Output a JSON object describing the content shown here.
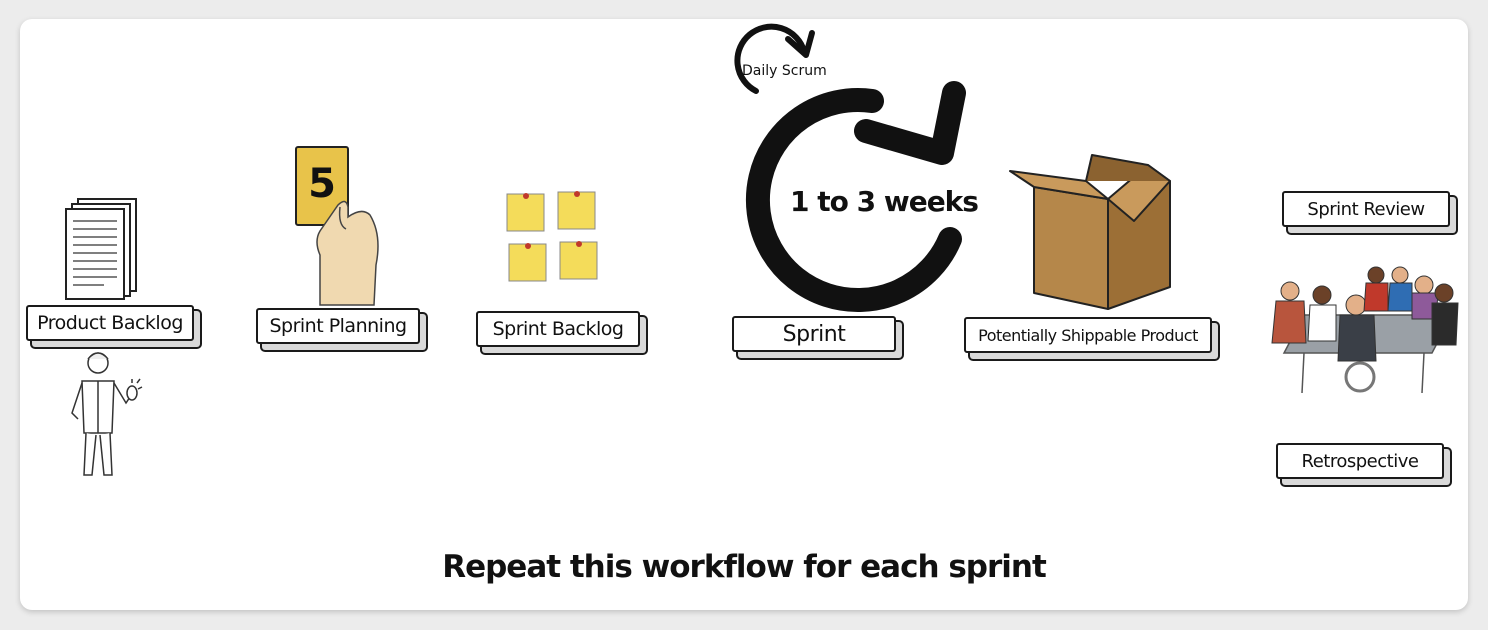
{
  "steps": {
    "product_backlog": "Product Backlog",
    "sprint_planning": "Sprint Planning",
    "sprint_backlog": "Sprint Backlog",
    "sprint": "Sprint",
    "shippable_product": "Potentially Shippable Product",
    "sprint_review": "Sprint Review",
    "retrospective": "Retrospective"
  },
  "daily_scrum": "Daily Scrum",
  "duration": "1 to 3 weeks",
  "card_number": "5",
  "footer": "Repeat this workflow for each sprint",
  "colors": {
    "sticky_note": "#f4dc5a",
    "box": "#b5874a",
    "card": "#e8c34a"
  }
}
